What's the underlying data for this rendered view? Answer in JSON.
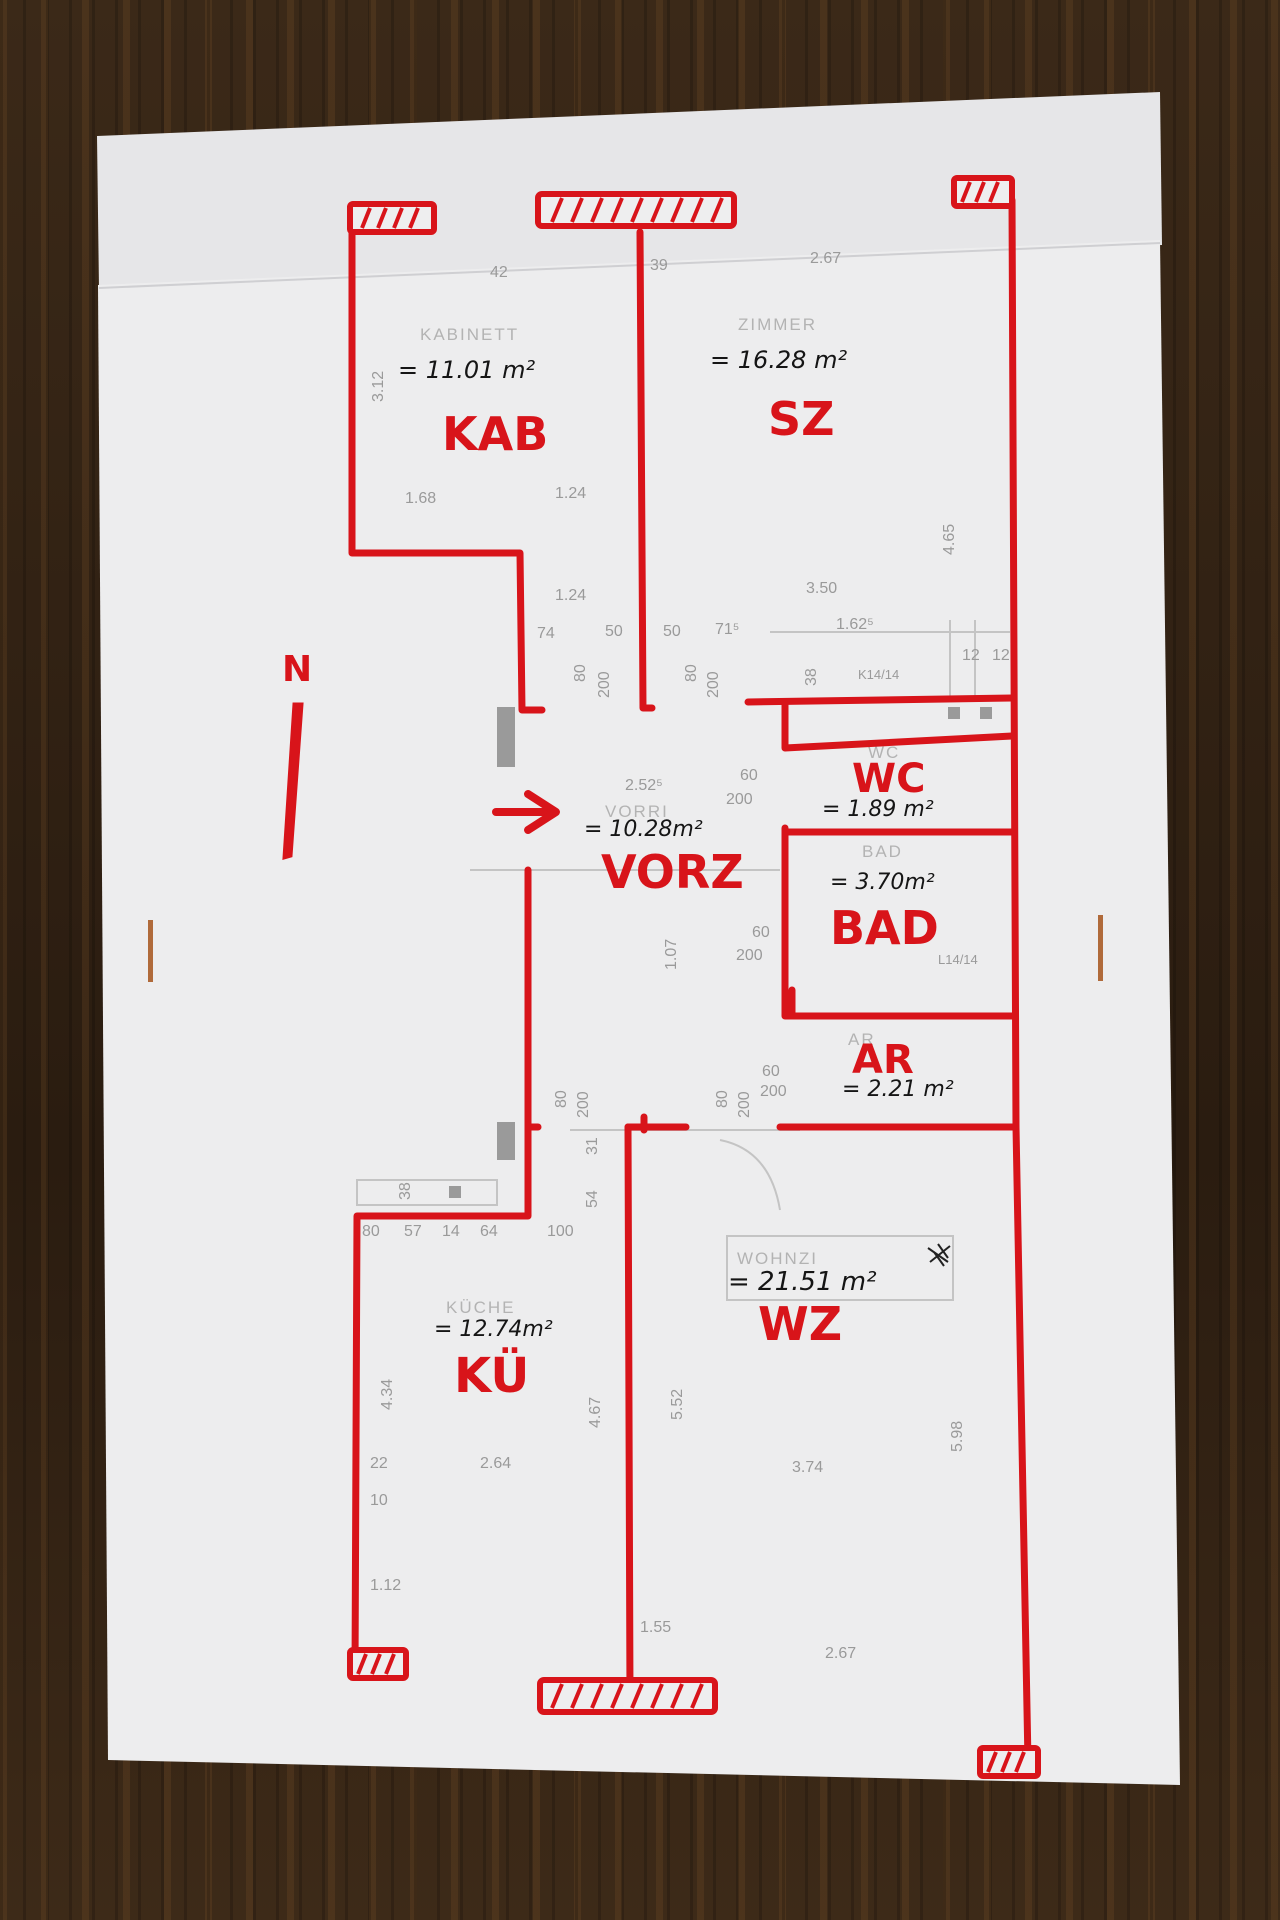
{
  "rooms": {
    "kab": {
      "label": "KAB",
      "area": "= 11.01 m²",
      "print_name": "KABINETT"
    },
    "sz": {
      "label": "SZ",
      "area": "= 16.28 m²",
      "print_name": "ZIMMER"
    },
    "vorz": {
      "label": "VORZ",
      "area": "= 10.28m²",
      "print_name": "VORRI"
    },
    "wc": {
      "label": "WC",
      "area": "= 1.89 m²",
      "print_name": "WC"
    },
    "bad": {
      "label": "BAD",
      "area": "= 3.70m²",
      "print_name": "BAD"
    },
    "ar": {
      "label": "AR",
      "area": "= 2.21 m²",
      "print_name": "AR"
    },
    "ku": {
      "label": "KÜ",
      "area": "= 12.74m²",
      "print_name": "KÜCHE"
    },
    "wz": {
      "label": "WZ",
      "area": "= 21.51 m²",
      "print_name": "WOHNZI"
    }
  },
  "north": "N",
  "printed_dims": {
    "d42": "42",
    "d39": "39",
    "d267a": "2.67",
    "d312": "3.12",
    "d168": "1.68",
    "d124a": "1.24",
    "d124b": "1.24",
    "d465": "4.65",
    "d350": "3.50",
    "d1625": "1.62⁵",
    "d74": "74",
    "d50a": "50",
    "d50b": "50",
    "d715": "71⁵",
    "d80a": "80",
    "d200a": "200",
    "d80b": "80",
    "d200b": "200",
    "d38a": "38",
    "dk": "K14/14",
    "d12a": "12",
    "d12b": "12",
    "d2525": "2.52⁵",
    "d60a": "60",
    "d200c": "200",
    "d107": "1.07",
    "d60b": "60",
    "d200d": "200",
    "dl14": "L14/14",
    "d80c": "80",
    "d200e": "200",
    "d80d": "80",
    "d200f": "200",
    "d60c": "60",
    "d200g": "200",
    "d54": "54",
    "d31": "31",
    "d80e": "80",
    "d57": "57",
    "d14": "14",
    "d64": "64",
    "d100": "100",
    "d38b": "38",
    "d434": "4.34",
    "d467": "4.67",
    "d552": "5.52",
    "d598": "5.98",
    "d264": "2.64",
    "d374": "3.74",
    "d22": "22",
    "d10": "10",
    "d112": "1.12",
    "d155": "1.55",
    "d267b": "2.67"
  },
  "colors": {
    "ink": "#d8141a",
    "paper": "#eeeeef",
    "wood": "#3a2717"
  }
}
